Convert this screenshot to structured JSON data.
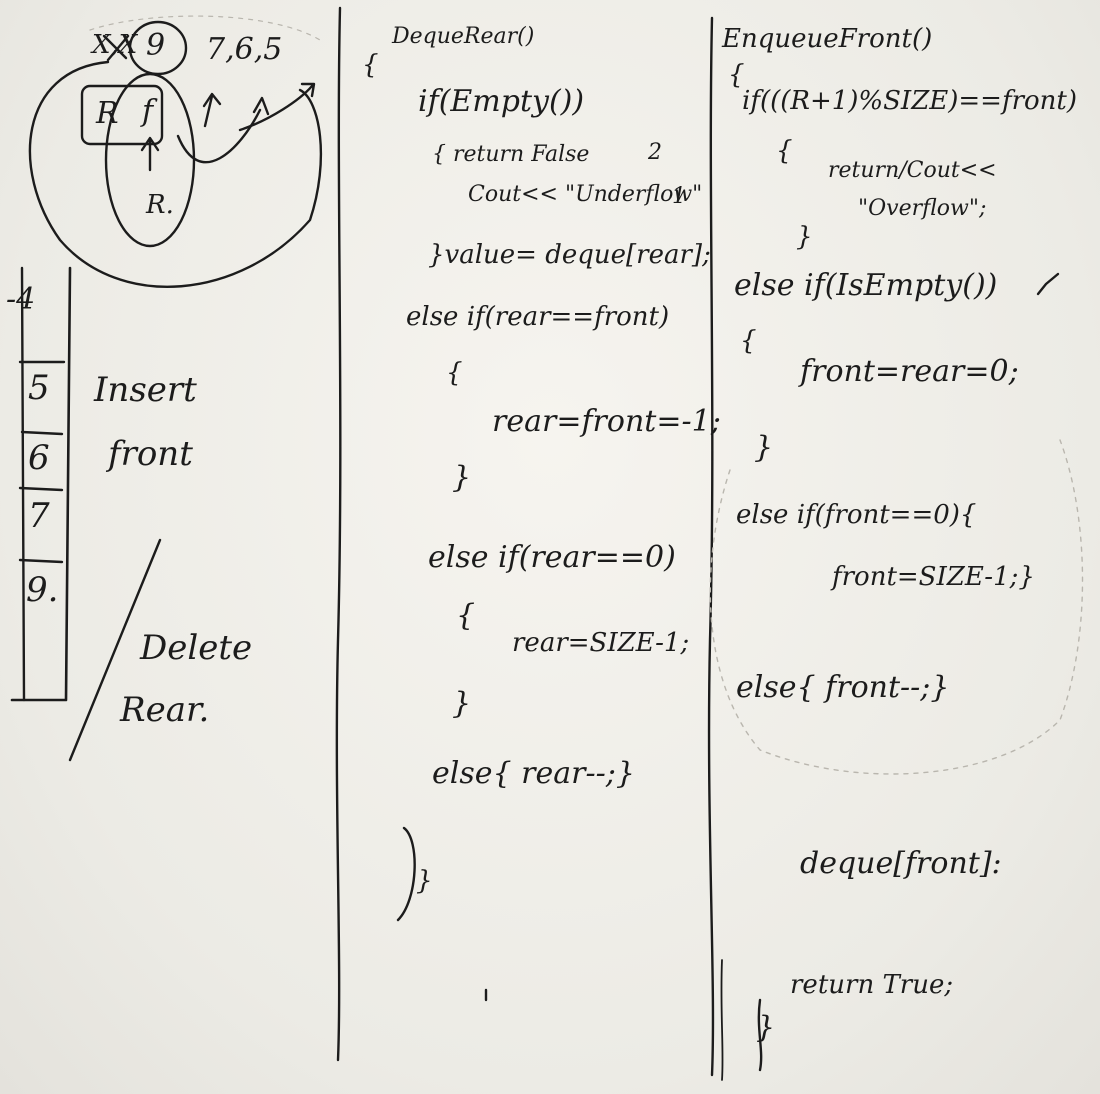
{
  "diagram": {
    "top_numbers": "X,X",
    "circled_9": "9",
    "right_list": "7,6,5",
    "R1": "R",
    "f": "f",
    "R2": "R."
  },
  "stack": {
    "side_mark": "-4",
    "numbers": [
      "5",
      "6",
      "7",
      "9."
    ],
    "insert_label": "Insert",
    "insert_sub": "front",
    "delete_label": "Delete",
    "delete_sub": "Rear."
  },
  "middle": {
    "title": "DequeRear()",
    "open_brace": "{",
    "line1": "if(Empty())",
    "line2": "{ return False",
    "line3": "Cout<< \"Underflow\"",
    "mark2": "2",
    "mark1": "1",
    "line4": "}value= deque[rear];",
    "line5": "else if(rear==front)",
    "line6": "{",
    "line7": "rear=front=-1;",
    "line8": "}",
    "line9": "else if(rear==0)",
    "line10": "{",
    "line11": "rear=SIZE-1;",
    "line12": "}",
    "line13": "else{ rear--;}",
    "line14": "}"
  },
  "right": {
    "title": "EnqueueFront()",
    "open_brace": "{",
    "line1": "if(((R+1)%SIZE)==front)",
    "line2": "{",
    "line3": "return/Cout<<",
    "line4": "\"Overflow\";",
    "line5": "}",
    "line6": "else if(IsEmpty())",
    "line7": "{",
    "line8": "front=rear=0;",
    "line9": "}",
    "line10": "else if(front==0){",
    "line11": "front=SIZE-1;}",
    "line12": "else{ front--;}",
    "line13": "deque[front]:",
    "line14": "return True;",
    "close": "}"
  }
}
